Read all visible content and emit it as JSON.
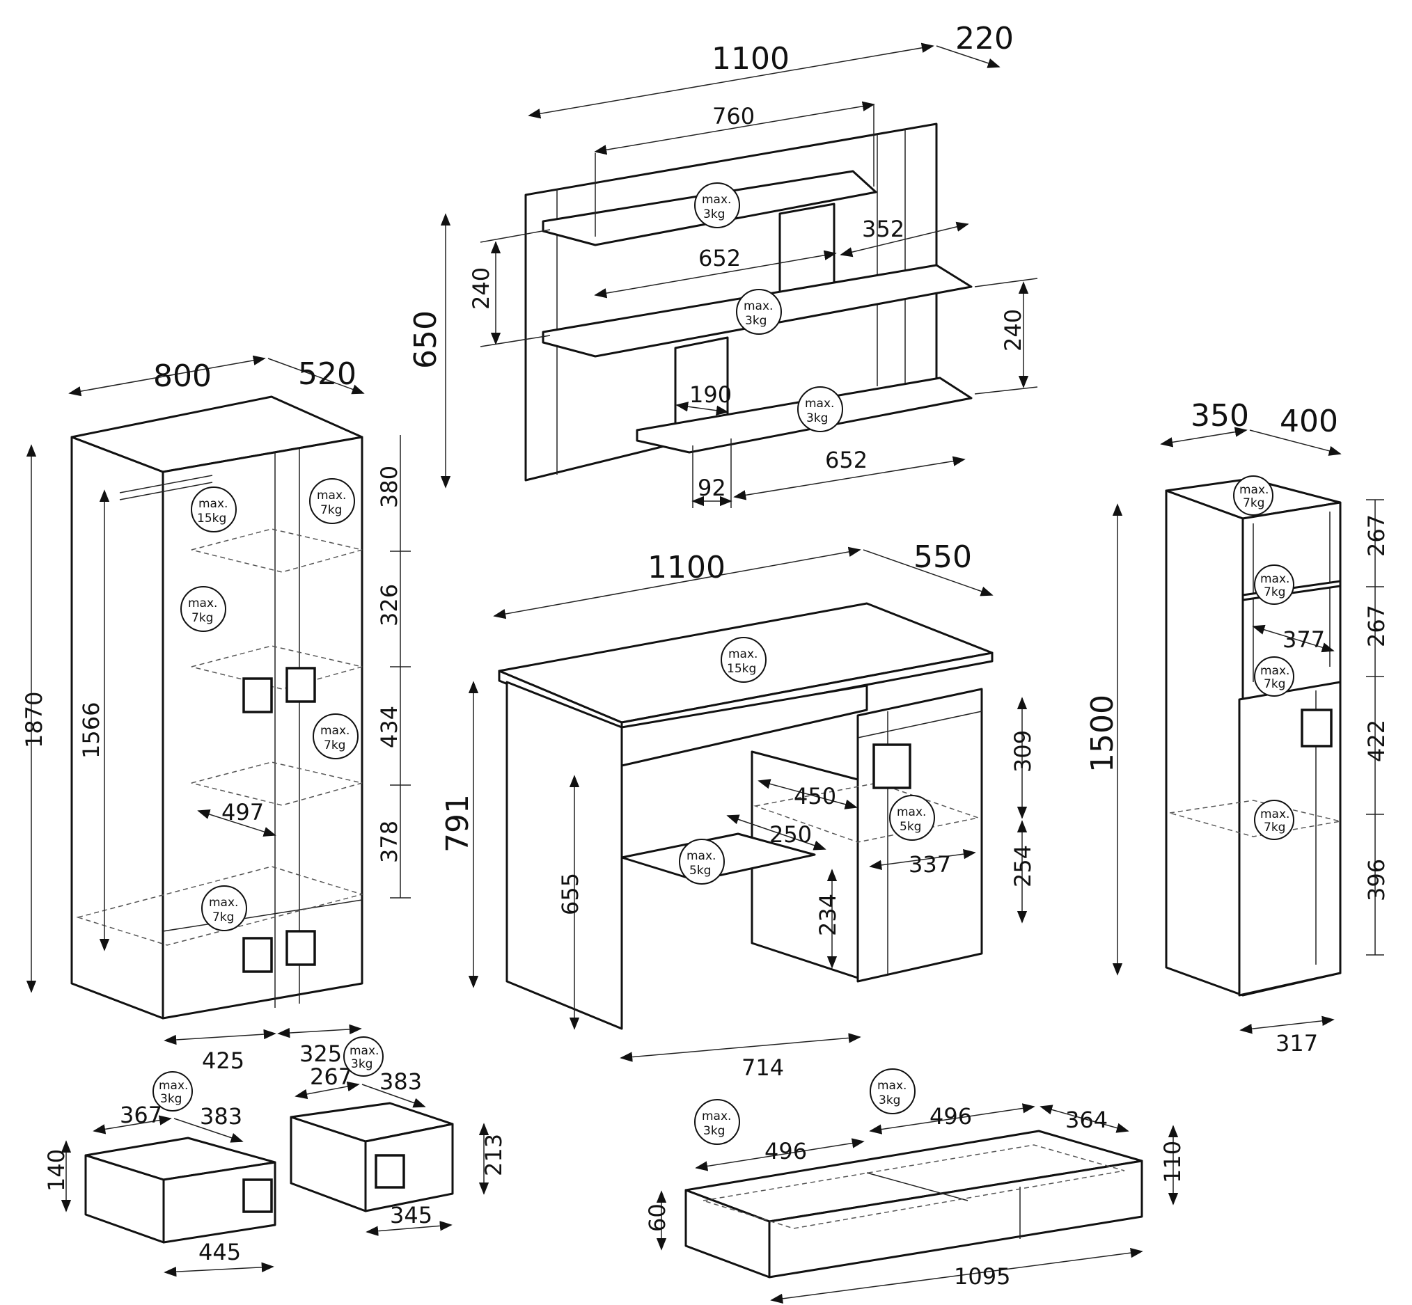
{
  "shelf": {
    "width": "1100",
    "depth": "220",
    "top_span": "760",
    "mid_span": "652",
    "low_span": "652",
    "right_span": "352",
    "gap_left": "240",
    "gap_right": "240",
    "height": "650",
    "niche_width": "190",
    "niche_offset": "92",
    "loads": [
      "3kg",
      "3kg",
      "3kg"
    ]
  },
  "wardrobe": {
    "width": "800",
    "depth": "520",
    "height": "1870",
    "hanging_height": "1566",
    "compartments": [
      "380",
      "326",
      "434",
      "378"
    ],
    "shelf_depth": "497",
    "door_left": "425",
    "door_right": "325",
    "loads": [
      "15kg",
      "7kg",
      "7kg",
      "7kg",
      "7kg"
    ]
  },
  "desk": {
    "width": "1100",
    "depth": "550",
    "height": "791",
    "knee_height": "655",
    "inner_width": "714",
    "pullout_width": "450",
    "pullout_depth": "250",
    "cabinet_width": "337",
    "drawer_height": "309",
    "cabinet_upper": "254",
    "cabinet_lower": "234",
    "loads": [
      "15kg",
      "5kg",
      "5kg"
    ]
  },
  "tall_cabinet": {
    "width": "350",
    "depth": "400",
    "height": "1500",
    "sections": [
      "267",
      "267",
      "422",
      "396"
    ],
    "inner_width": "377",
    "base_width": "317",
    "loads": [
      "7kg",
      "7kg",
      "7kg",
      "7kg"
    ]
  },
  "drawer_a": {
    "front": "367",
    "depth": "383",
    "height": "140",
    "width": "445",
    "load": "3kg"
  },
  "drawer_b": {
    "front": "267",
    "depth": "383",
    "height": "213",
    "width": "345",
    "load": "3kg"
  },
  "bed_drawer": {
    "left": "496",
    "right": "496",
    "depth": "364",
    "height_outer": "110",
    "height_inner": "60",
    "length": "1095",
    "loads": [
      "3kg",
      "3kg"
    ]
  },
  "max_prefix": "max."
}
